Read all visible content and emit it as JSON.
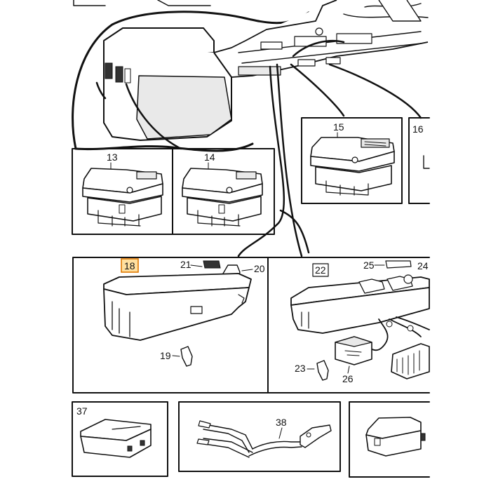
{
  "diagram": {
    "highlighted_callout": "18",
    "callouts": {
      "c13": "13",
      "c14": "14",
      "c15": "15",
      "c16": "16",
      "c18": "18",
      "c19": "19",
      "c20": "20",
      "c21": "21",
      "c22": "22",
      "c23": "23",
      "c24": "24",
      "c25": "25",
      "c26": "26",
      "c37": "37",
      "c38": "38"
    },
    "colors": {
      "line": "#111111",
      "highlight_fill": "#ffe0a0",
      "highlight_border": "#e07800"
    }
  }
}
